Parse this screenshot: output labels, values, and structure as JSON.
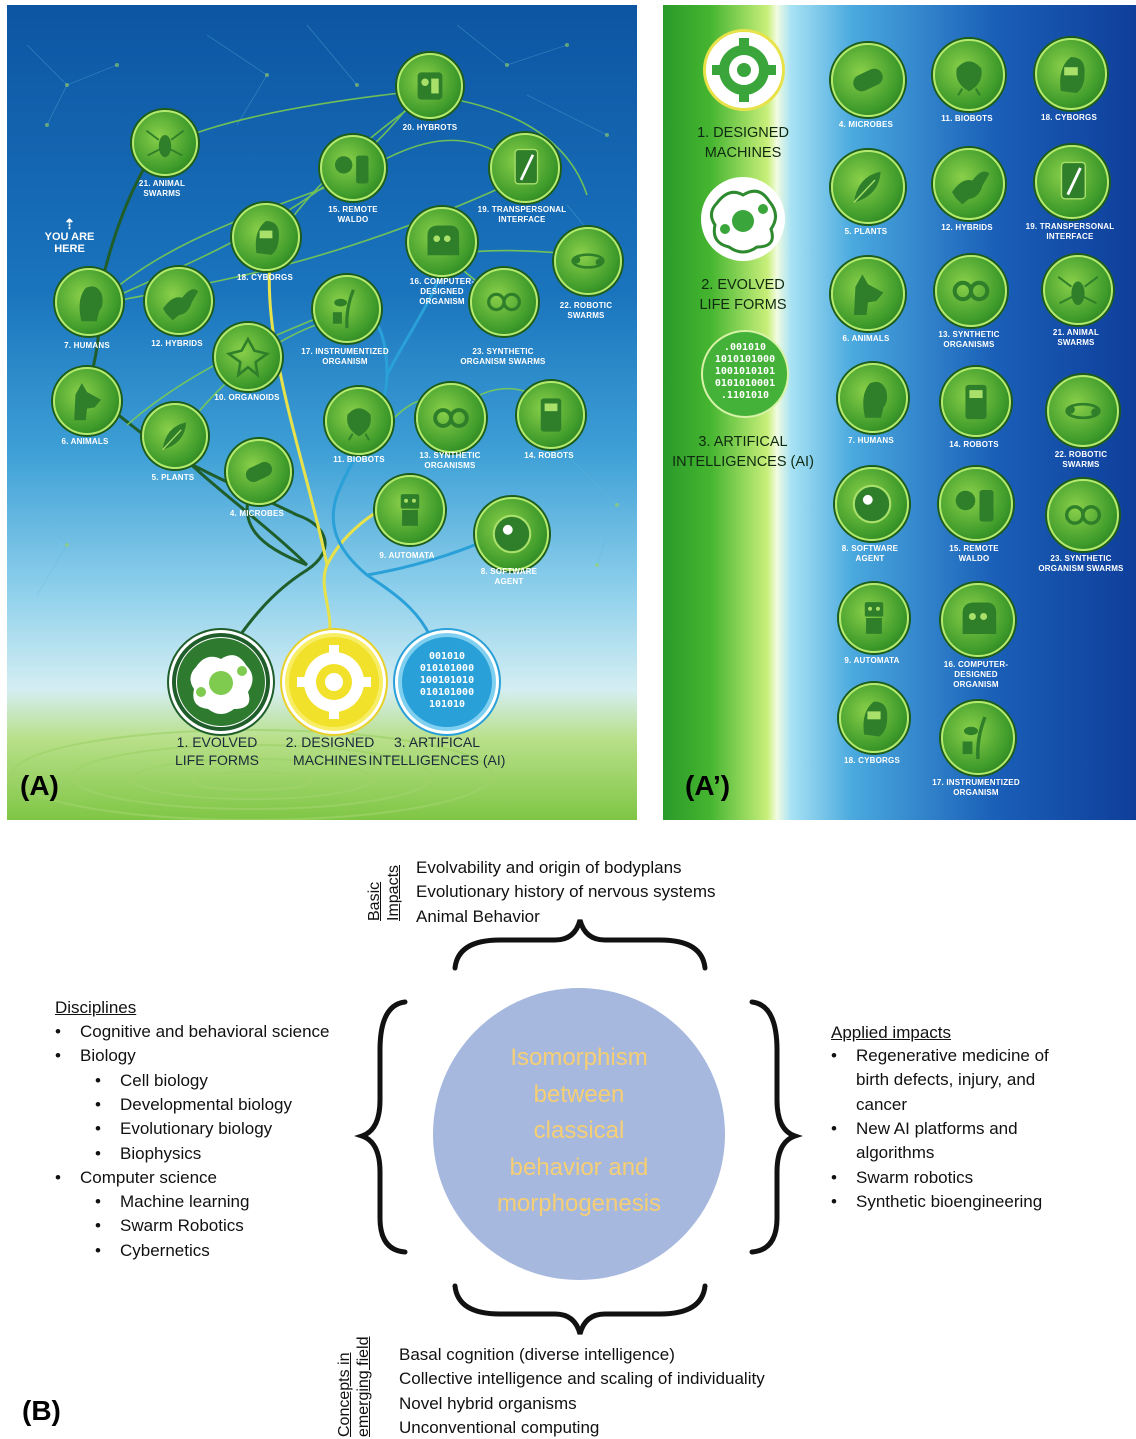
{
  "panelA": {
    "label": "(A)",
    "you_are_here": "YOU ARE HERE",
    "nodes": [
      {
        "id": "hybrots",
        "label": "20. HYBROTS"
      },
      {
        "id": "animal-swarms",
        "label": "21. ANIMAL\nSWARMS"
      },
      {
        "id": "remote-waldo",
        "label": "15. REMOTE\nWALDO"
      },
      {
        "id": "transpersonal",
        "label": "19. TRANSPERSONAL\nINTERFACE"
      },
      {
        "id": "cyborgs",
        "label": "18. CYBORGS"
      },
      {
        "id": "computer-designed",
        "label": "16. COMPUTER-\nDESIGNED\nORGANISM"
      },
      {
        "id": "robotic-swarms",
        "label": "22. ROBOTIC\nSWARMS"
      },
      {
        "id": "humans",
        "label": "7. HUMANS"
      },
      {
        "id": "hybrids",
        "label": "12. HYBRIDS"
      },
      {
        "id": "instrumentized",
        "label": "17. INSTRUMENTIZED\nORGANISM"
      },
      {
        "id": "synthetic-swarms",
        "label": "23. SYNTHETIC\nORGANISM SWARMS"
      },
      {
        "id": "organoids",
        "label": "10. ORGANOIDS"
      },
      {
        "id": "animals",
        "label": "6. ANIMALS"
      },
      {
        "id": "plants",
        "label": "5. PLANTS"
      },
      {
        "id": "biobots",
        "label": "11. BIOBOTS"
      },
      {
        "id": "synthetic-organisms",
        "label": "13. SYNTHETIC\nORGANISMS"
      },
      {
        "id": "robots",
        "label": "14. ROBOTS"
      },
      {
        "id": "microbes",
        "label": "4. MICROBES"
      },
      {
        "id": "automata",
        "label": "9. AUTOMATA"
      },
      {
        "id": "software-agent",
        "label": "8. SOFTWARE\nAGENT"
      }
    ],
    "roots": [
      {
        "id": "evolved",
        "label": "1. EVOLVED\nLIFE FORMS"
      },
      {
        "id": "designed",
        "label": "2. DESIGNED\nMACHINES"
      },
      {
        "id": "ai",
        "label": "3. ARTIFICAL\nINTELLIGENCES (AI)"
      }
    ],
    "binary_text": "001010\n010101000\n100101010\n010101000\n101010"
  },
  "panelA2": {
    "label": "(A’)",
    "side": [
      {
        "id": "designed",
        "label": "1. DESIGNED\nMACHINES"
      },
      {
        "id": "evolved",
        "label": "2. EVOLVED\nLIFE FORMS"
      },
      {
        "id": "ai",
        "label": "3. ARTIFICAL\nINTELLIGENCES (AI)"
      }
    ],
    "binary_text": ".001010\n1010101000\n1001010101\n0101010001\n.1101010",
    "grid": [
      {
        "id": "microbes",
        "label": "4. MICROBES"
      },
      {
        "id": "biobots",
        "label": "11. BIOBOTS"
      },
      {
        "id": "cyborgs-top",
        "label": "18. CYBORGS"
      },
      {
        "id": "plants",
        "label": "5. PLANTS"
      },
      {
        "id": "hybrids",
        "label": "12. HYBRIDS"
      },
      {
        "id": "transpersonal",
        "label": "19. TRANSPERSONAL\nINTERFACE"
      },
      {
        "id": "animals",
        "label": "6. ANIMALS"
      },
      {
        "id": "synthetic-organisms",
        "label": "13. SYNTHETIC\nORGANISMS"
      },
      {
        "id": "animal-swarms",
        "label": "21. ANIMAL\nSWARMS"
      },
      {
        "id": "humans",
        "label": "7. HUMANS"
      },
      {
        "id": "robots",
        "label": "14. ROBOTS"
      },
      {
        "id": "robotic-swarms",
        "label": "22. ROBOTIC\nSWARMS"
      },
      {
        "id": "software-agent",
        "label": "8. SOFTWARE\nAGENT"
      },
      {
        "id": "remote-waldo",
        "label": "15. REMOTE\nWALDO"
      },
      {
        "id": "synthetic-swarms",
        "label": "23. SYNTHETIC\nORGANISM SWARMS"
      },
      {
        "id": "automata",
        "label": "9. AUTOMATA"
      },
      {
        "id": "computer-designed",
        "label": "16. COMPUTER-\nDESIGNED\nORGANISM"
      },
      {
        "id": "cyborgs-bottom",
        "label": "18. CYBORGS"
      },
      {
        "id": "instrumentized",
        "label": "17. INSTRUMENTIZED\nORGANISM"
      }
    ]
  },
  "panelB": {
    "label": "(B)",
    "center": "Isomorphism\nbetween\nclassical\nbehavior and\nmorphogenesis",
    "basic_heading": "Basic\nImpacts",
    "basic": [
      "Evolvability and origin of bodyplans",
      "Evolutionary history of nervous systems",
      "Animal Behavior"
    ],
    "disciplines_heading": "Disciplines",
    "disciplines": [
      {
        "text": "Cognitive and behavioral science",
        "level": 1
      },
      {
        "text": "Biology",
        "level": 1
      },
      {
        "text": "Cell biology",
        "level": 2
      },
      {
        "text": "Developmental biology",
        "level": 2
      },
      {
        "text": "Evolutionary biology",
        "level": 2
      },
      {
        "text": "Biophysics",
        "level": 2
      },
      {
        "text": "Computer science",
        "level": 1
      },
      {
        "text": "Machine learning",
        "level": 2
      },
      {
        "text": "Swarm Robotics",
        "level": 2
      },
      {
        "text": "Cybernetics",
        "level": 2
      }
    ],
    "applied_heading": "Applied impacts",
    "applied": [
      "Regenerative medicine of",
      "birth defects, injury, and",
      "cancer",
      "New AI platforms and",
      "algorithms",
      "Swarm robotics",
      "Synthetic bioengineering"
    ],
    "concepts_heading": "Concepts in\nemerging field",
    "concepts": [
      "Basal cognition (diverse intelligence)",
      "Collective intelligence and scaling of individuality",
      "Novel hybrid organisms",
      "Unconventional computing"
    ],
    "colors": {
      "circle": "#a6b8de",
      "circle_text": "#f6cf74"
    }
  }
}
